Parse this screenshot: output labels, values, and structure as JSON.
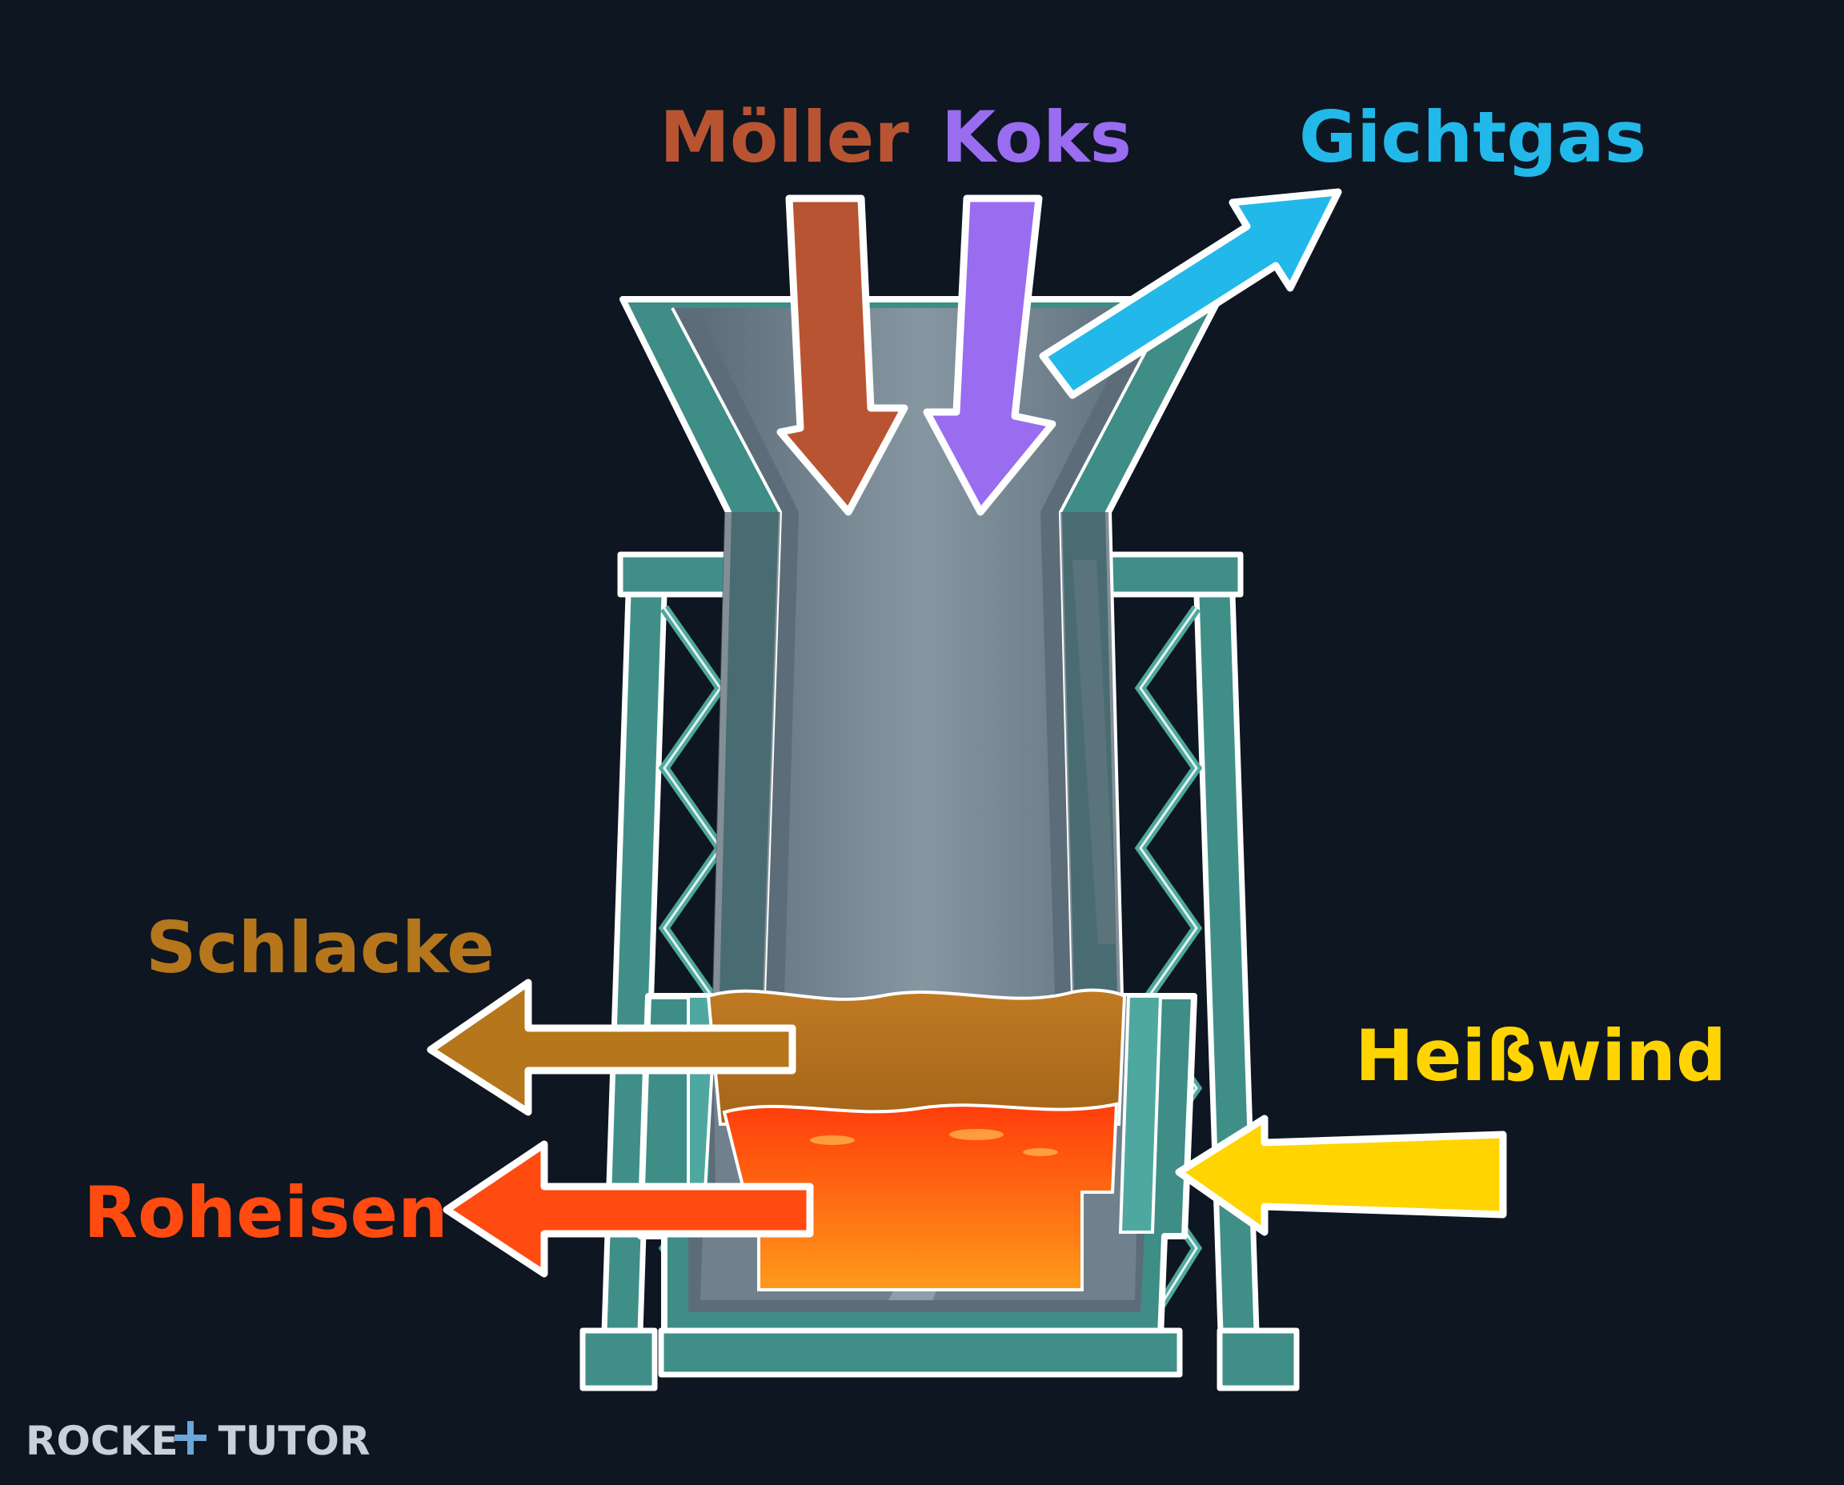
{
  "labels": {
    "moeller": "Möller",
    "koks": "Koks",
    "gichtgas": "Gichtgas",
    "schlacke": "Schlacke",
    "roheisen": "Roheisen",
    "heisswind": "Heißwind"
  },
  "logo": {
    "part1": "ROCKE",
    "part2": "TUTO",
    "part3": "R"
  },
  "colors": {
    "background": "#0d1621",
    "moeller": "#b85432",
    "koks": "#9a6cf0",
    "gichtgas": "#22b8ea",
    "schlacke": "#b5761c",
    "roheisen": "#ff4a10",
    "heisswind": "#ffd400",
    "steel_frame": "#4fa89f",
    "furnace_gray": "#7d8e99"
  },
  "icons": {
    "moeller": "arrow-down-icon",
    "koks": "arrow-down-icon",
    "gichtgas": "arrow-up-right-icon",
    "schlacke": "arrow-left-icon",
    "roheisen": "arrow-left-icon",
    "heisswind": "arrow-left-icon"
  }
}
